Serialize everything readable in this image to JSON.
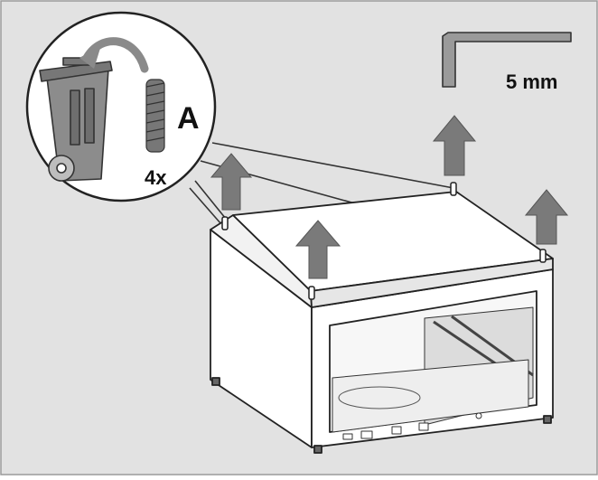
{
  "labels": {
    "part_letter": "A",
    "quantity": "4x",
    "tool_size": "5 mm"
  },
  "colors": {
    "background": "#e2e2e2",
    "panel": "#ffffff",
    "outline": "#222222",
    "arrow": "#7a7a7a",
    "bin": "#8c8c8c"
  },
  "icons": [
    "waste-bin-icon",
    "curved-arrow-icon",
    "screw-icon",
    "hex-key-icon",
    "up-arrow-icon"
  ]
}
